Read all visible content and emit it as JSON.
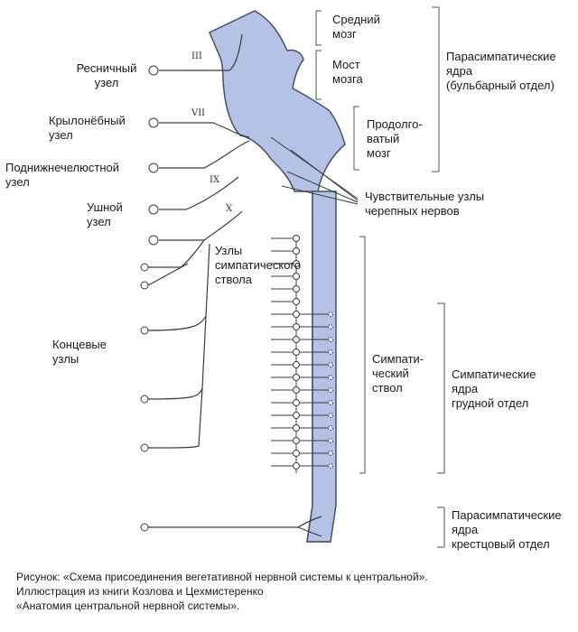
{
  "labels": {
    "midbrain": "Средний\nмозг",
    "pons": "Мост\nмозга",
    "medulla": "Продолго-\nватый\nмозг",
    "parasym_bulbar": "Парасимпатические\nядра\n(бульбарный отдел)",
    "ciliary": "Ресничный\nузел",
    "pterygo": "Крылонёбный\nузел",
    "submandibular": "Поднижнечелюстной\nузел",
    "otic": "Ушной\nузел",
    "sensory_ganglia": "Чувствительные узлы\nчерепных нервов",
    "sym_trunk_nodes": "Узлы\nсимпатического\nствола",
    "terminal": "Концевые\nузлы",
    "sym_trunk": "Симпати-\nческий\nствол",
    "sym_thoracic": "Симпатические\nядра\nгрудной отдел",
    "parasym_sacral": "Парасимпатические\nядра\nкрестцовый отдел"
  },
  "nerves": {
    "iii": "III",
    "vii": "VII",
    "ix": "IX",
    "x": "X"
  },
  "caption": "Рисунок: «Схема присоединения вегетативной нервной системы к центральной».\nИллюстрация из книги Козлова и Цехмистеренко\n«Анатомия центральной нервной системы».",
  "colors": {
    "brain_fill": "#b4c2e6",
    "outline": "#4a4f63",
    "line": "#3c3c3c",
    "text": "#1a1a1a"
  }
}
